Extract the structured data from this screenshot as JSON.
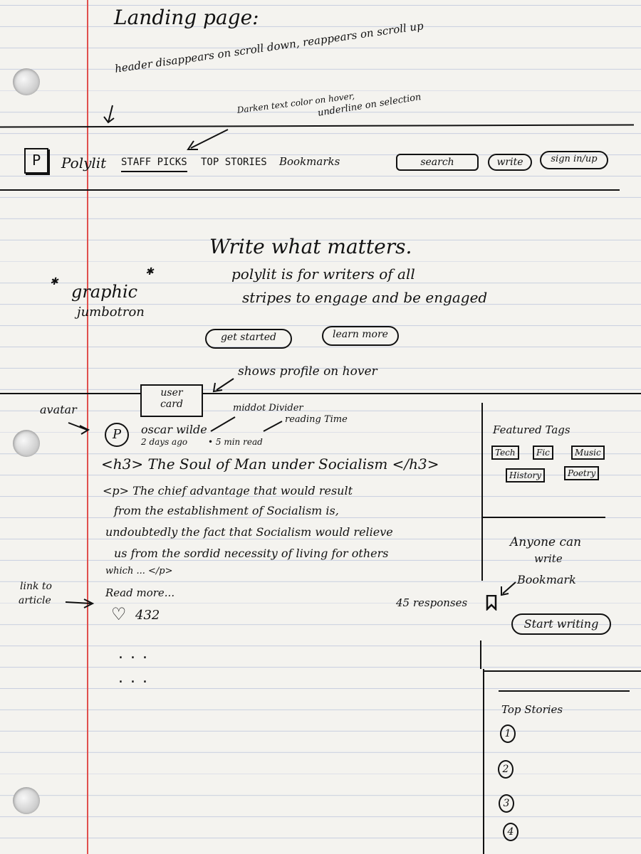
{
  "page": {
    "title": "Landing page:"
  },
  "annotations": {
    "header_note": "header disappears on scroll down, reappears on scroll up",
    "nav_note_1": "Darken text color on hover,",
    "nav_note_2": "underline on selection",
    "jumbotron_note_1": "graphic",
    "jumbotron_note_2": "jumbotron",
    "hover_note": "shows profile on hover",
    "user_card_1": "user",
    "user_card_2": "card",
    "avatar_note": "avatar",
    "divider_note": "middot Divider",
    "reading_note": "reading Time",
    "link_note_1": "link to",
    "link_note_2": "article",
    "bookmark_note": "Bookmark"
  },
  "header": {
    "logo": "P",
    "brand": "Polylit",
    "nav": [
      "STAFF PICKS",
      "TOP STORIES",
      "Bookmarks"
    ],
    "search": "search",
    "write": "write",
    "sign_in": "sign in/up"
  },
  "hero": {
    "headline": "Write what matters.",
    "sub_1": "polylit is for writers of all",
    "sub_2": "stripes to engage and be engaged",
    "cta_primary": "get started",
    "cta_secondary": "learn more"
  },
  "article": {
    "avatar": "P",
    "author": "oscar wilde",
    "date": "2 days ago",
    "read_time": "• 5 min read",
    "title": "<h3> The Soul of Man under Socialism </h3>",
    "body_1": "<p> The chief advantage that would result",
    "body_2": "from the establishment of Socialism is,",
    "body_3": "undoubtedly the fact that Socialism would relieve",
    "body_4": "us from the sordid necessity of living for others",
    "body_5": "which ... </p>",
    "read_more": "Read more...",
    "likes": "432",
    "responses": "45 responses"
  },
  "sidebar": {
    "featured_title": "Featured Tags",
    "tags": [
      "Tech",
      "Fic",
      "Music",
      "History",
      "Poetry"
    ],
    "cta_text_1": "Anyone can",
    "cta_text_2": "write",
    "start_writing": "Start writing",
    "top_stories_title": "Top Stories",
    "top_stories": [
      "1",
      "2",
      "3",
      "4"
    ]
  },
  "colors": {
    "ink": "#111111",
    "margin": "#e0504d",
    "rules": "#c9cfe0",
    "paper": "#f4f3ef"
  },
  "icons": [
    "heart-icon",
    "bookmark-icon",
    "logo-icon",
    "avatar-icon"
  ]
}
